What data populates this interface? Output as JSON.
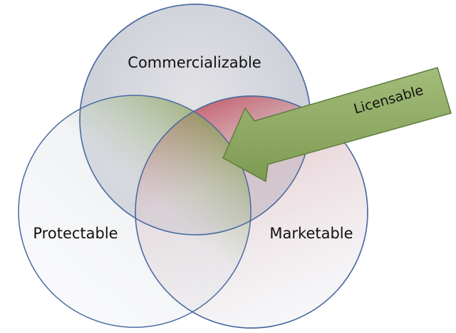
{
  "diagram": {
    "sets": [
      {
        "id": "commercializable",
        "label": "Commercializable"
      },
      {
        "id": "protectable",
        "label": "Protectable"
      },
      {
        "id": "marketable",
        "label": "Marketable"
      }
    ],
    "arrow": {
      "label": "Licensable"
    },
    "colors": {
      "circle_stroke": "#4a6aa0",
      "circle_fill": "#d9d9df",
      "marketable_tint": "#c0505c",
      "protectable_tint": "#8fa84f",
      "arrow_fill": "#8ca862",
      "arrow_stroke": "#5f7d3c"
    }
  }
}
